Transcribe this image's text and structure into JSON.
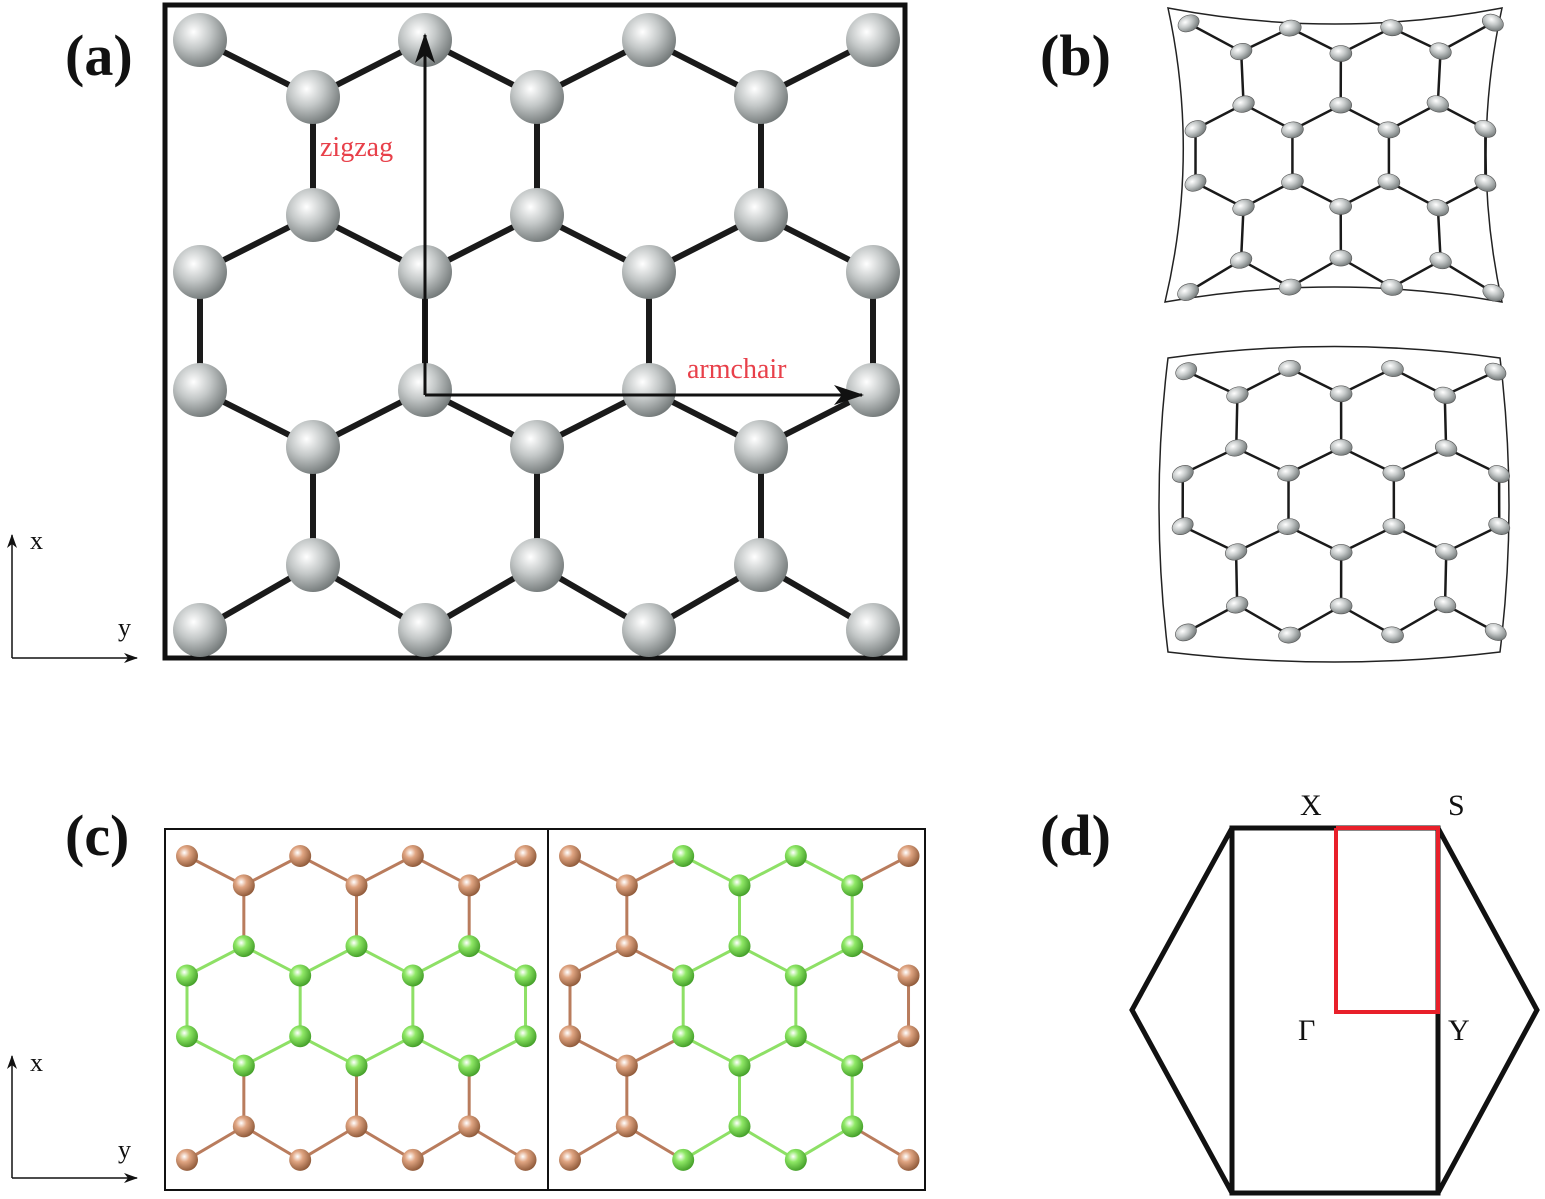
{
  "panels": {
    "a": {
      "label": "(a)",
      "zigzag_label": "zigzag",
      "armchair_label": "armchair"
    },
    "b": {
      "label": "(b)"
    },
    "c": {
      "label": "(c)"
    },
    "d": {
      "label": "(d)",
      "points": {
        "X": "X",
        "S": "S",
        "Gamma": "Γ",
        "Y": "Y"
      }
    }
  },
  "axes": {
    "x": "x",
    "y": "y"
  },
  "colors": {
    "atom_gray": "#b9bdbd",
    "bond_black": "#1a1a1a",
    "atom_copper": "#c98a66",
    "bond_copper": "#b97c5d",
    "atom_green": "#7fe05a",
    "bond_green": "#8ee066",
    "path_red": "#e8202a",
    "label_red": "#e8404a"
  }
}
